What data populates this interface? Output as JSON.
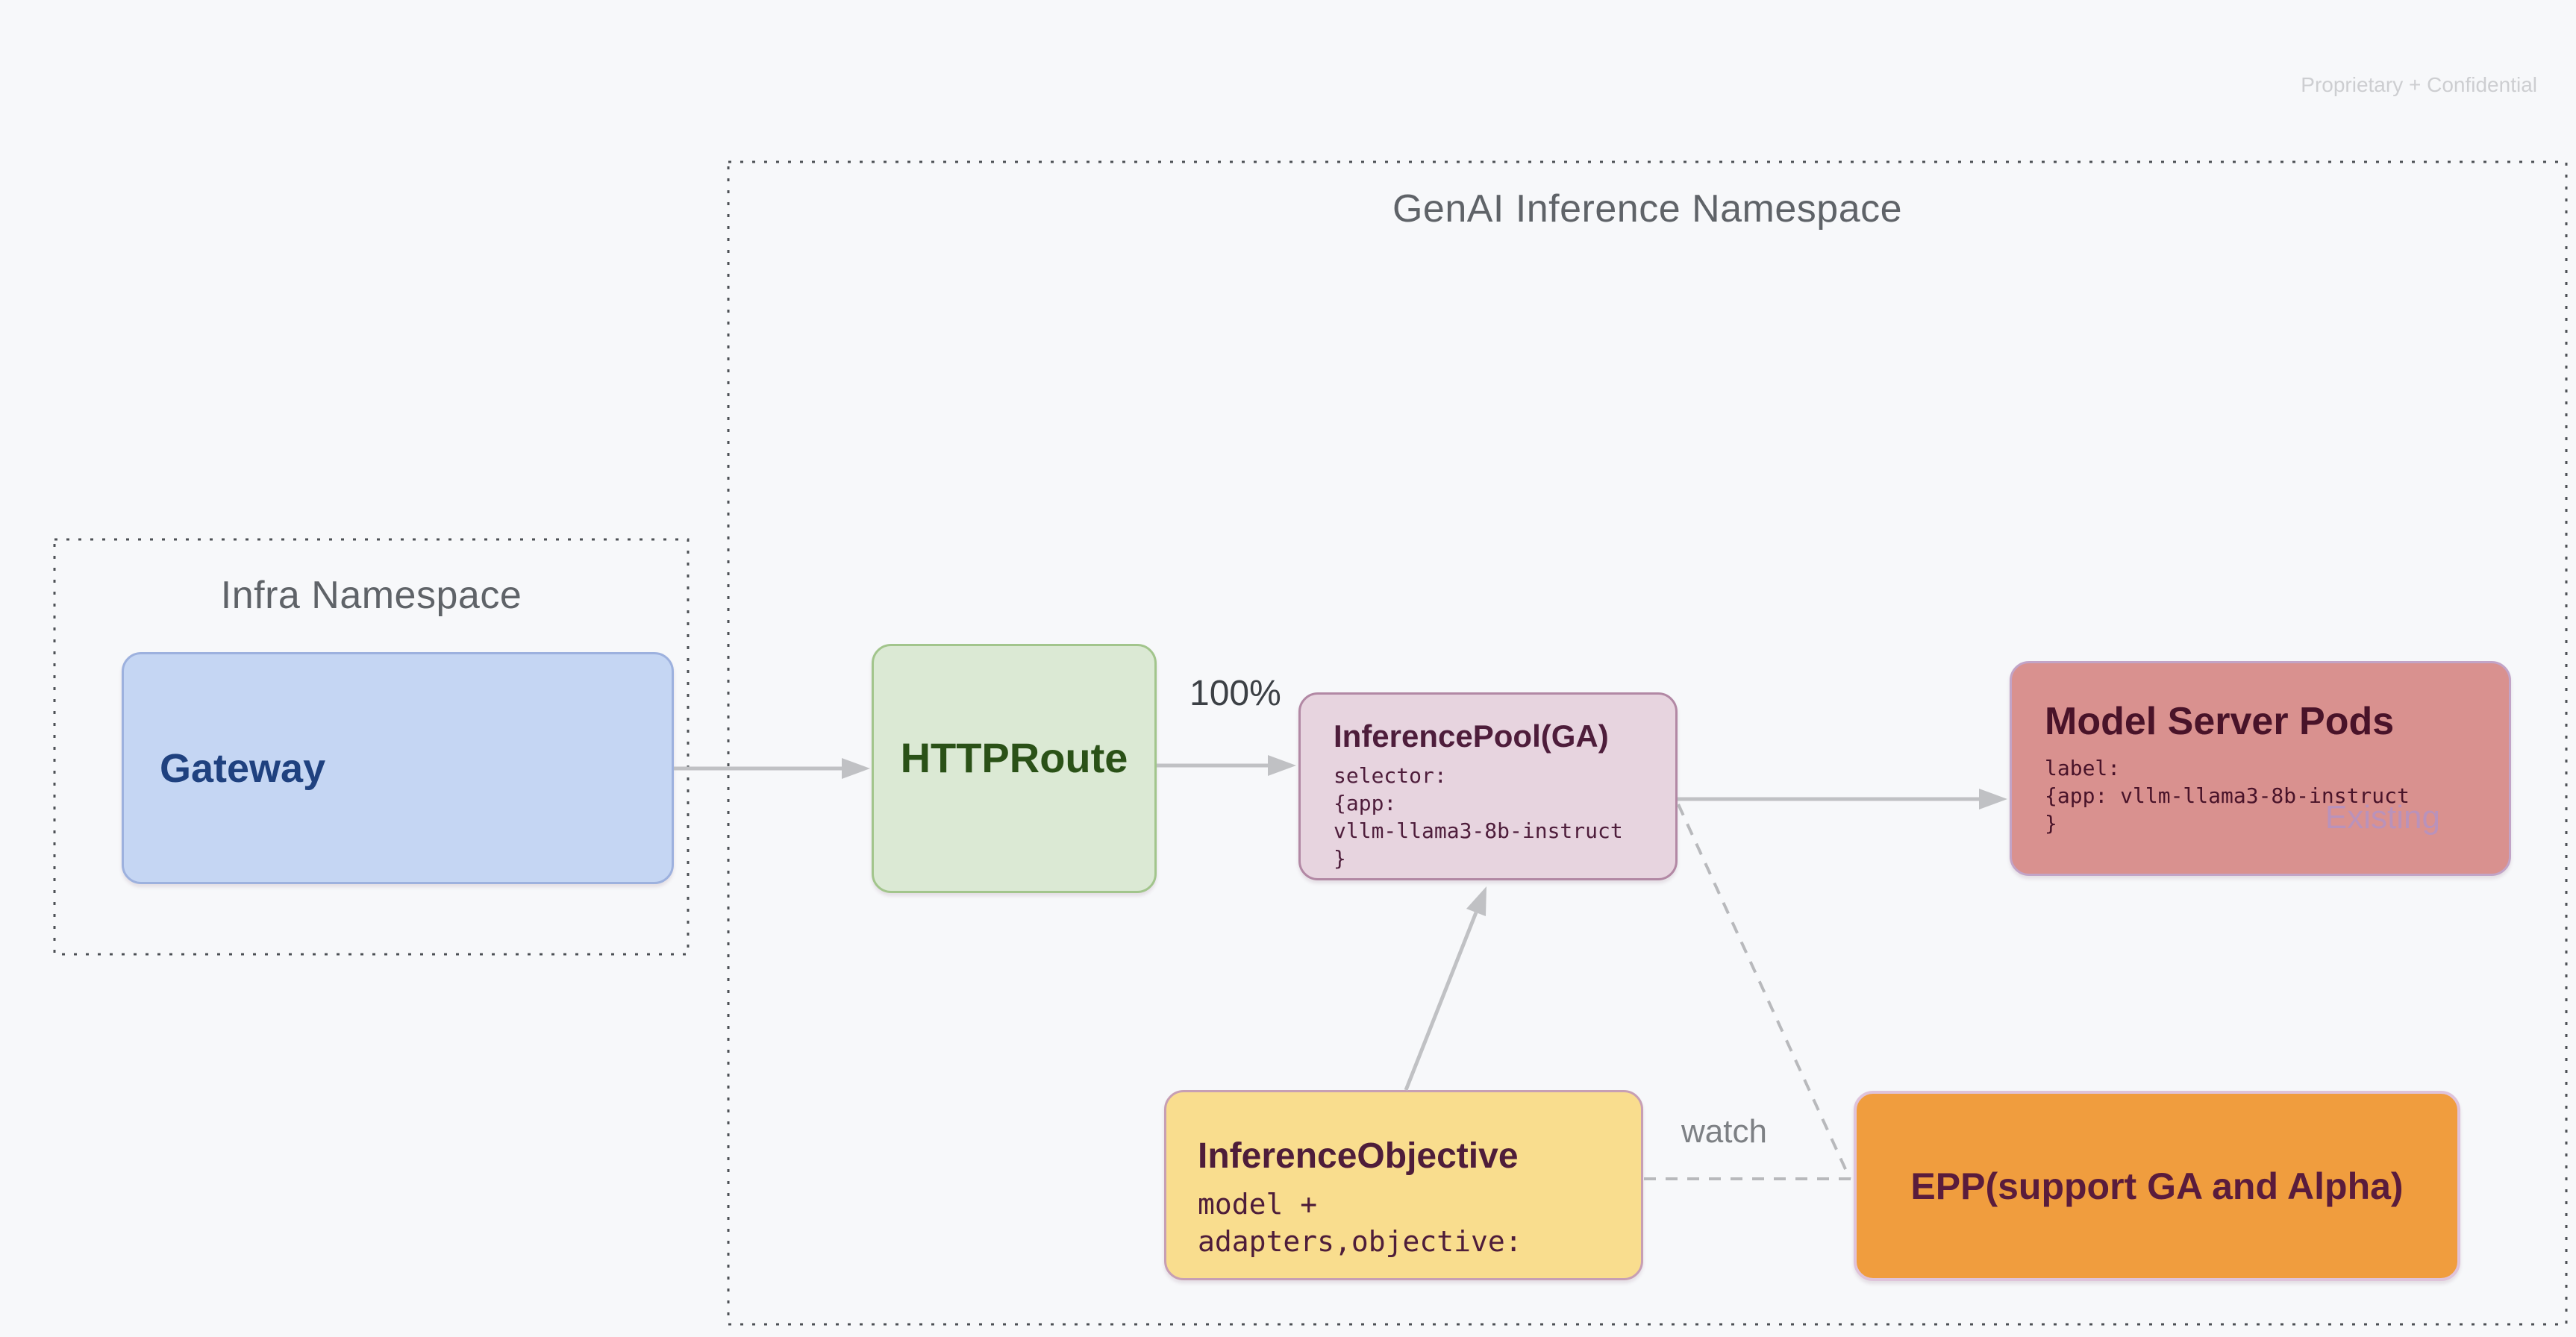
{
  "page": {
    "watermark": "Proprietary + Confidential"
  },
  "namespaces": {
    "genai": {
      "title": "GenAI Inference Namespace"
    },
    "infra": {
      "title": "Infra Namespace"
    }
  },
  "nodes": {
    "gateway": {
      "label": "Gateway"
    },
    "httproute": {
      "label": "HTTPRoute"
    },
    "inference_pool": {
      "title": "InferencePool(GA)",
      "code_lines": [
        "selector:",
        "{app:",
        "vllm-llama3-8b-instruct",
        "}"
      ]
    },
    "model_server_pods": {
      "title": "Model Server Pods",
      "code_lines": [
        "label:",
        "{app: vllm-llama3-8b-instruct",
        "}"
      ],
      "tag": "Existing"
    },
    "inference_objective": {
      "title": "InferenceObjective",
      "code_lines": [
        "model +",
        "adapters,objective:"
      ]
    },
    "epp": {
      "label": "EPP(support GA and Alpha)"
    }
  },
  "edges": {
    "route_weight_label": "100%",
    "watch_label": "watch"
  },
  "colors": {
    "page_bg": "#f7f8fa",
    "watermark_text": "#cdced1",
    "namespace_border": "#4d5155",
    "namespace_title": "#5f6368",
    "arrow": "#c0c1c4",
    "dashed_line": "#b8b9bc",
    "edge_label_dark": "#3c4045",
    "edge_label_gray": "#7d8084",
    "gateway_fill": "#c5d6f3",
    "gateway_border": "#9db1de",
    "gateway_text": "#1f417f",
    "httproute_fill": "#dbe9d4",
    "httproute_border": "#a2c58c",
    "httproute_text": "#2a5117",
    "pool_fill": "#e7d4df",
    "pool_border": "#b288a4",
    "pool_text": "#4e1d3b",
    "msp_fill": "#d9918f",
    "msp_border": "#c2a4c7",
    "msp_text": "#491329",
    "msp_tag_text": "#b992bb",
    "objective_fill": "#f9dd8e",
    "objective_border": "#c79fb4",
    "objective_text": "#4e1d3a",
    "epp_fill": "#f09d3e",
    "epp_border": "#dfc3da",
    "epp_text": "#5a1c3c"
  }
}
